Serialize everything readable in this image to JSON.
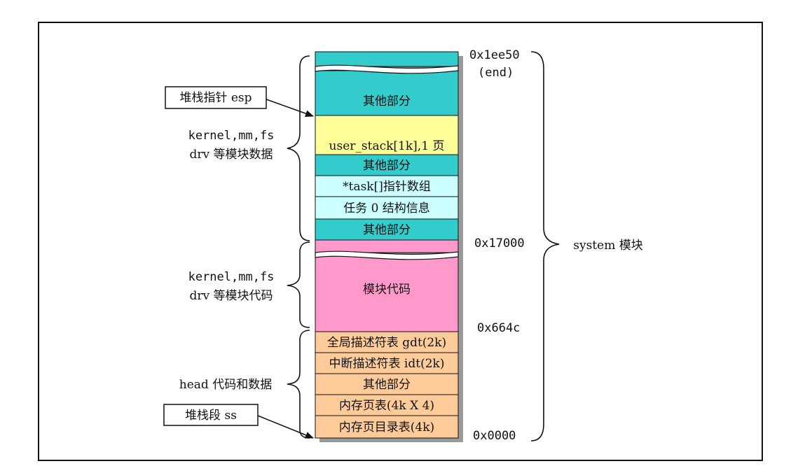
{
  "colors": {
    "teal": "#33cccc",
    "yellow": "#ffff99",
    "light_cyan": "#ccffff",
    "pink": "#ff99cc",
    "peach": "#ffcc99"
  },
  "memory_blocks": {
    "top_cap": "",
    "other_top": "其他部分",
    "user_stack": "user_stack[1k],1 页",
    "other_2": "其他部分",
    "task_array": "*task[]指针数组",
    "task0": "任务 0 结构信息",
    "other_3": "其他部分",
    "code_cap": "",
    "module_code": "模块代码",
    "gdt": "全局描述符表 gdt(2k)",
    "idt": "中断描述符表 idt(2k)",
    "other_4": "其他部分",
    "page_tables": "内存页表(4k X 4)",
    "page_dir": "内存页目录表(4k)"
  },
  "addresses": {
    "end_addr": "0x1ee50",
    "end_label": "(end)",
    "addr_17000": "0x17000",
    "addr_664c": "0x664c",
    "addr_0": "0x0000"
  },
  "labels": {
    "stack_pointer": "堆栈指针 esp",
    "stack_segment": "堆栈段 ss",
    "data_line1": "kernel,mm,fs",
    "data_line2": "drv 等模块数据",
    "code_line1": "kernel,mm,fs",
    "code_line2": "drv 等模块代码",
    "head": "head 代码和数据",
    "system": "system 模块"
  }
}
